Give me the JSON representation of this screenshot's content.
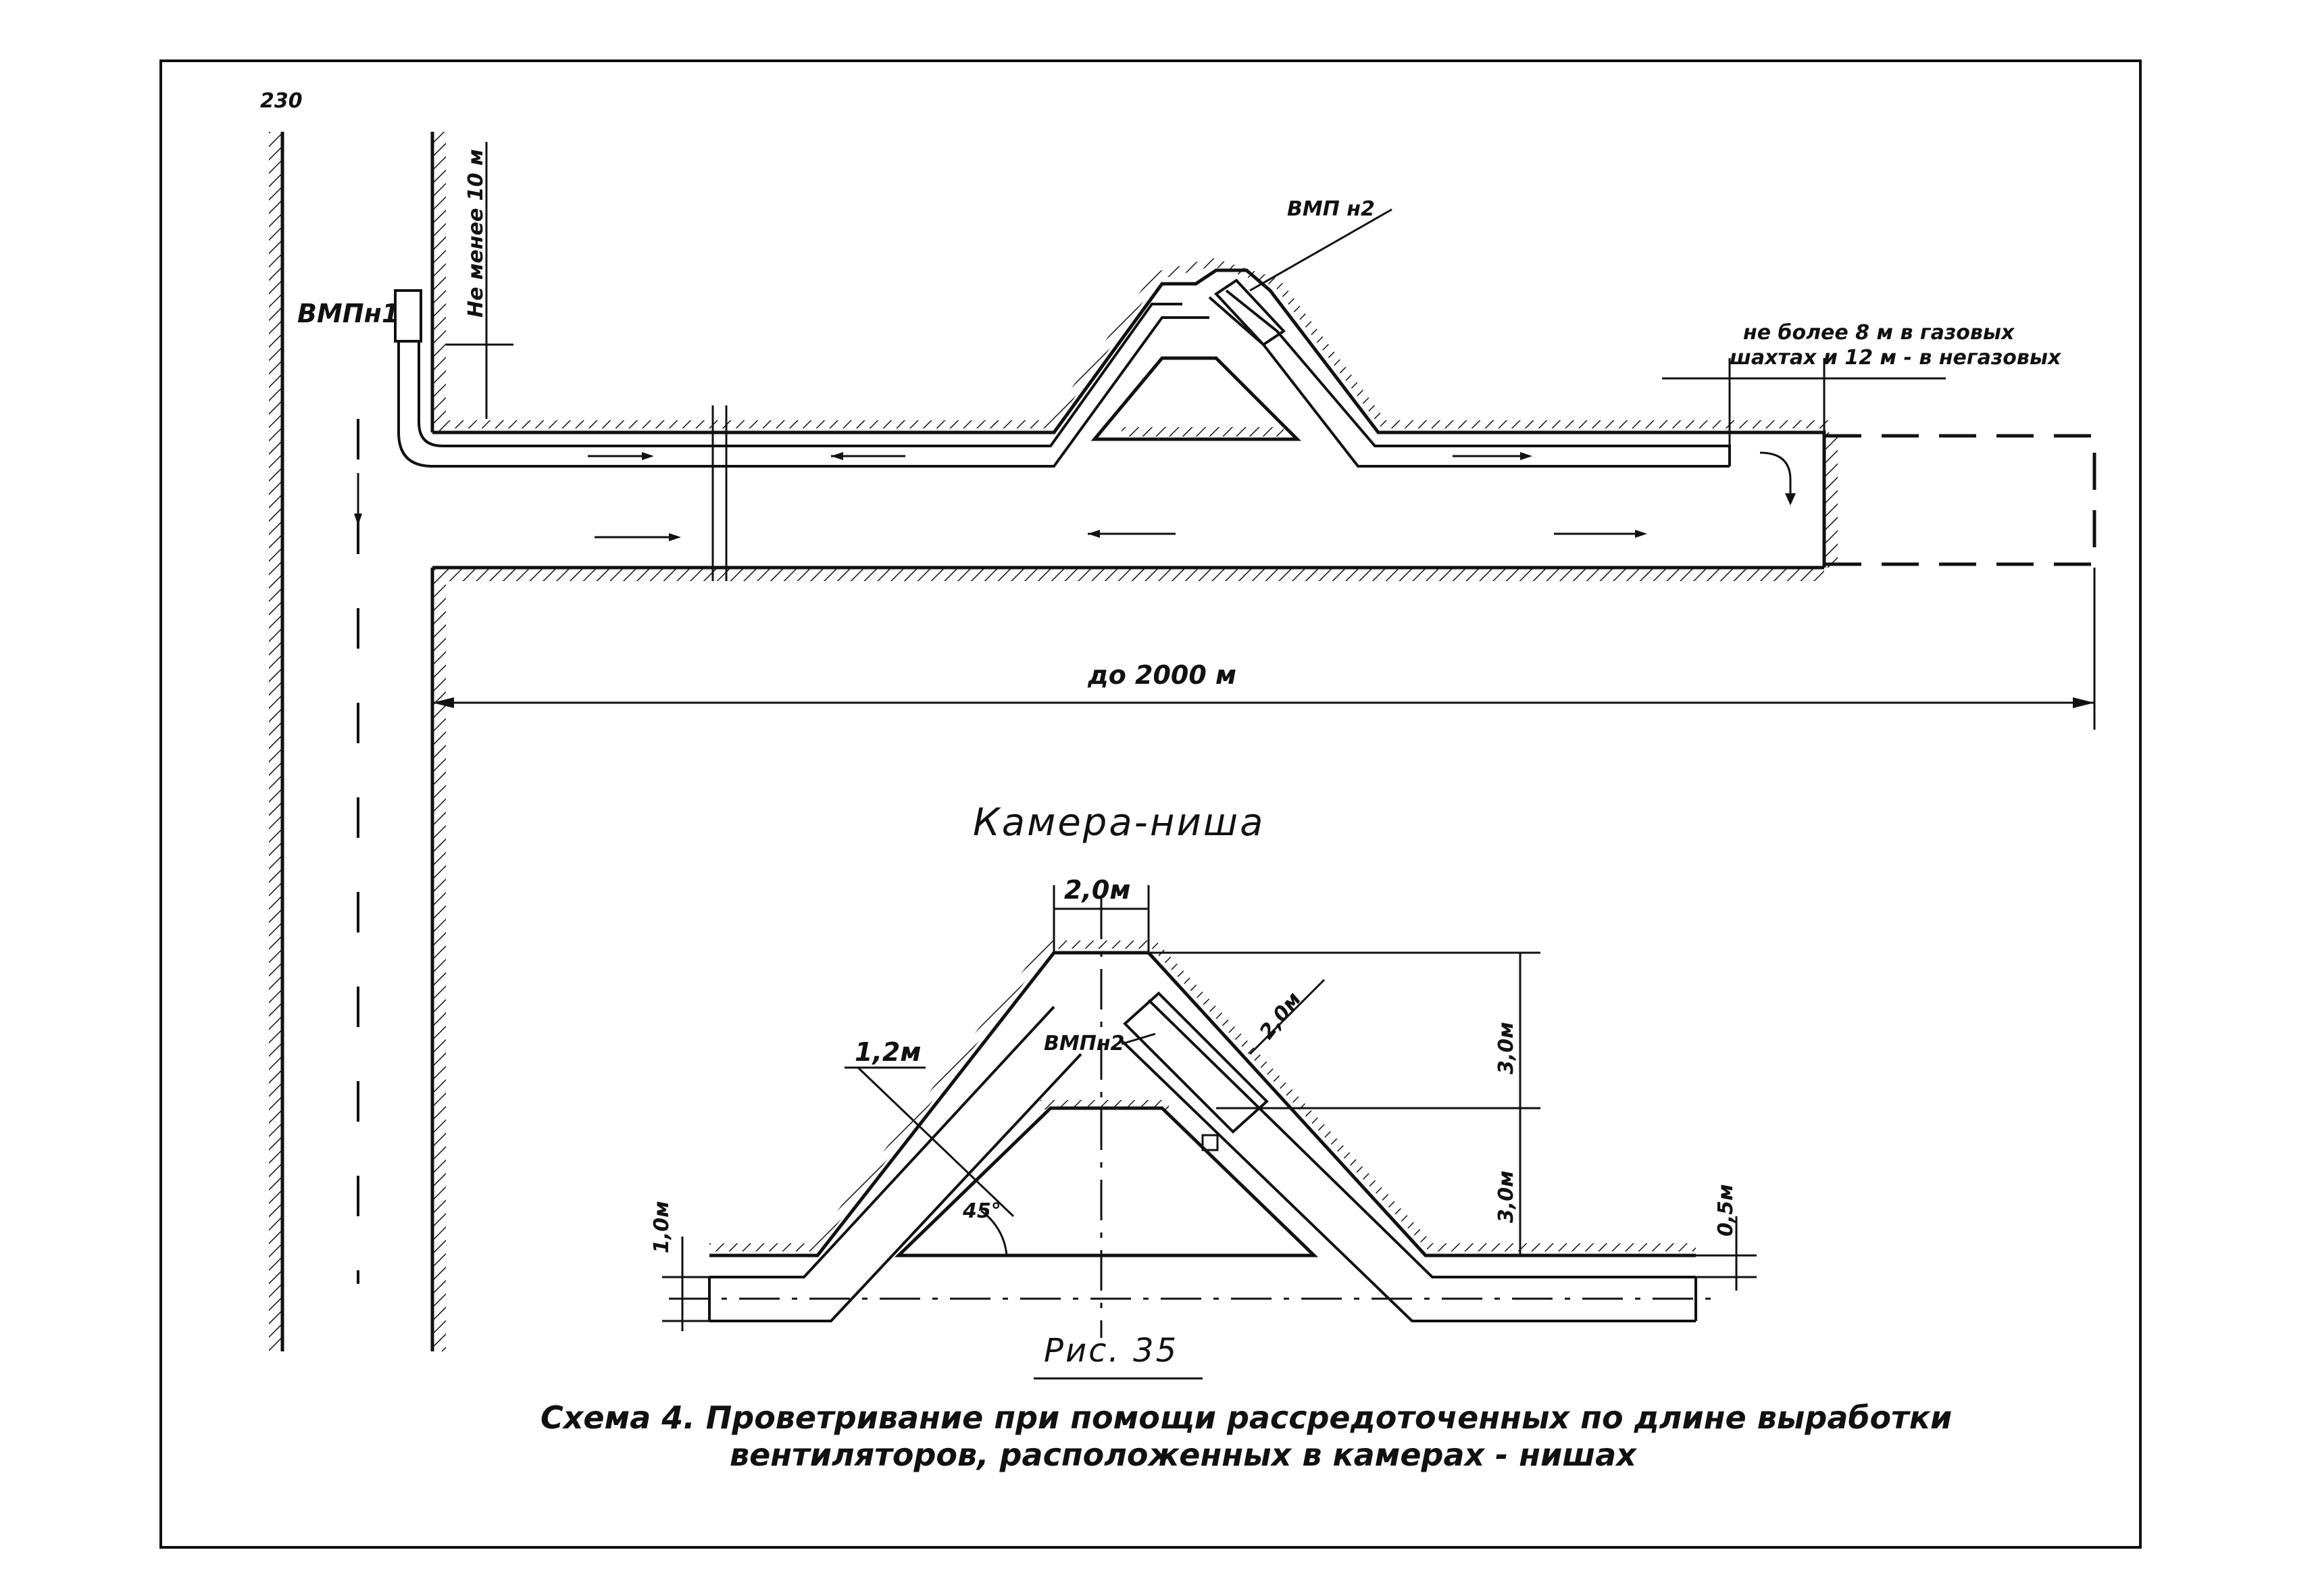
{
  "page_number": "230",
  "top_scheme": {
    "fan1_label": "ВМПн1",
    "fan2_label": "ВМП н2",
    "min_distance_label": "Не менее 10 м",
    "max_distance_line1": "не более 8 м в газовых",
    "max_distance_line2": "шахтах и 12 м - в негазовых",
    "length_label": "до 2000 м"
  },
  "chamber_detail": {
    "title": "Камера-ниша",
    "width_label": "2,0м",
    "fan_length_label": "2,0м",
    "pipe_label": "1,2м",
    "fan_label": "ВМПн2",
    "height_upper_label": "3,0м",
    "height_lower_label": "3,0м",
    "angle_label": "45°",
    "left_height_label": "1,0м",
    "right_height_label": "0,5м",
    "figure_label": "Рис. 35"
  },
  "caption": {
    "line1": "Схема 4. Проветривание при помощи рассредоточенных по длине выработки",
    "line2": "вентиляторов, расположенных в камерах - нишах"
  },
  "colors": {
    "ink": "#111111",
    "paper": "#ffffff"
  }
}
